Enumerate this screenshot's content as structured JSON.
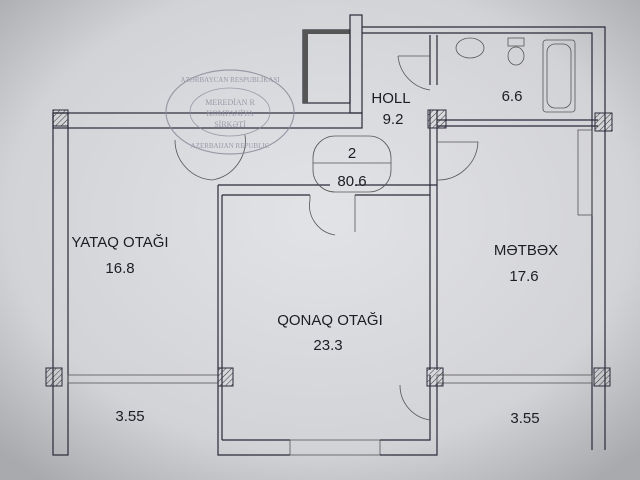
{
  "apartment": {
    "number": "2",
    "total_area": "80.6"
  },
  "rooms": [
    {
      "name": "YATAQ OTAĞI",
      "area": "16.8"
    },
    {
      "name": "QONAQ OTAĞI",
      "area": "23.3"
    },
    {
      "name": "MƏTBƏX",
      "area": "17.6"
    },
    {
      "name": "HOLL",
      "area": "9.2"
    },
    {
      "name": "",
      "area": "6.6"
    }
  ],
  "balconies": [
    {
      "area": "3.55"
    },
    {
      "area": "3.55"
    }
  ],
  "stamp": {
    "top": "AZƏRBAYCAN RESPUBLİKASI",
    "line1": "MEREDİAN R",
    "line2": "KOMPANİYA",
    "line3": "SİRKƏTİ",
    "bottom": "AZERBAIJAN REPUBLIC"
  }
}
